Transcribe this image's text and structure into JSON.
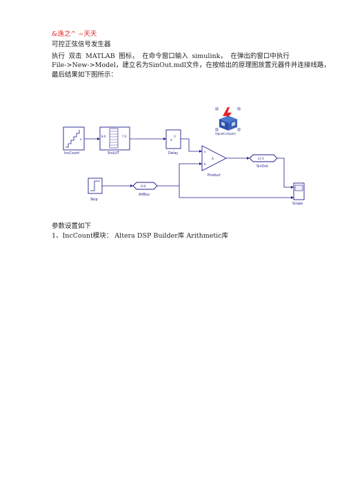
{
  "doc": {
    "author": "&逸之^ ~天天",
    "subtitle": "可控正弦信号发生器",
    "p1_parts": [
      "执行",
      "双击",
      "MATLAB",
      "图标，",
      "在命令窗口输入",
      "simulink，",
      "在弹出的窗口中执行"
    ],
    "p2": "File->New->Model，建立名为SinOut.mdl文件，在按给出的原理图放置元器件并连接线路，",
    "p3": "最后结果如下图所示：",
    "params_heading": "参数设置如下",
    "item1": "1、IncCount模块：  Altera DSP Builder库  Arithmetic库"
  },
  "diagram": {
    "blocks": {
      "inccount": "IncCount",
      "sinlut": "SinLUT",
      "delay": "Delay",
      "product": "Product",
      "sinout": "SinOut",
      "scope": "Scope",
      "skip": "Skip",
      "altbus": "AltBus",
      "signalcompiler": "SignalCompiler"
    },
    "port_labels": {
      "inccount_out": "o",
      "sinlut_in": "8.0",
      "sinlut_out": "7.0",
      "delay_z": "z",
      "delay_exp": "-1",
      "product_a": "a",
      "product_b": "b",
      "product_sym": "λ",
      "sinout_tag": "o7.0",
      "altbus_tag": "i0.0"
    },
    "colors": {
      "wire": "#1a1a8c",
      "block_stroke": "#1a1a8c",
      "signalcompiler_red": "#e8232a",
      "signalcompiler_blue": "#2a4fa8"
    }
  }
}
